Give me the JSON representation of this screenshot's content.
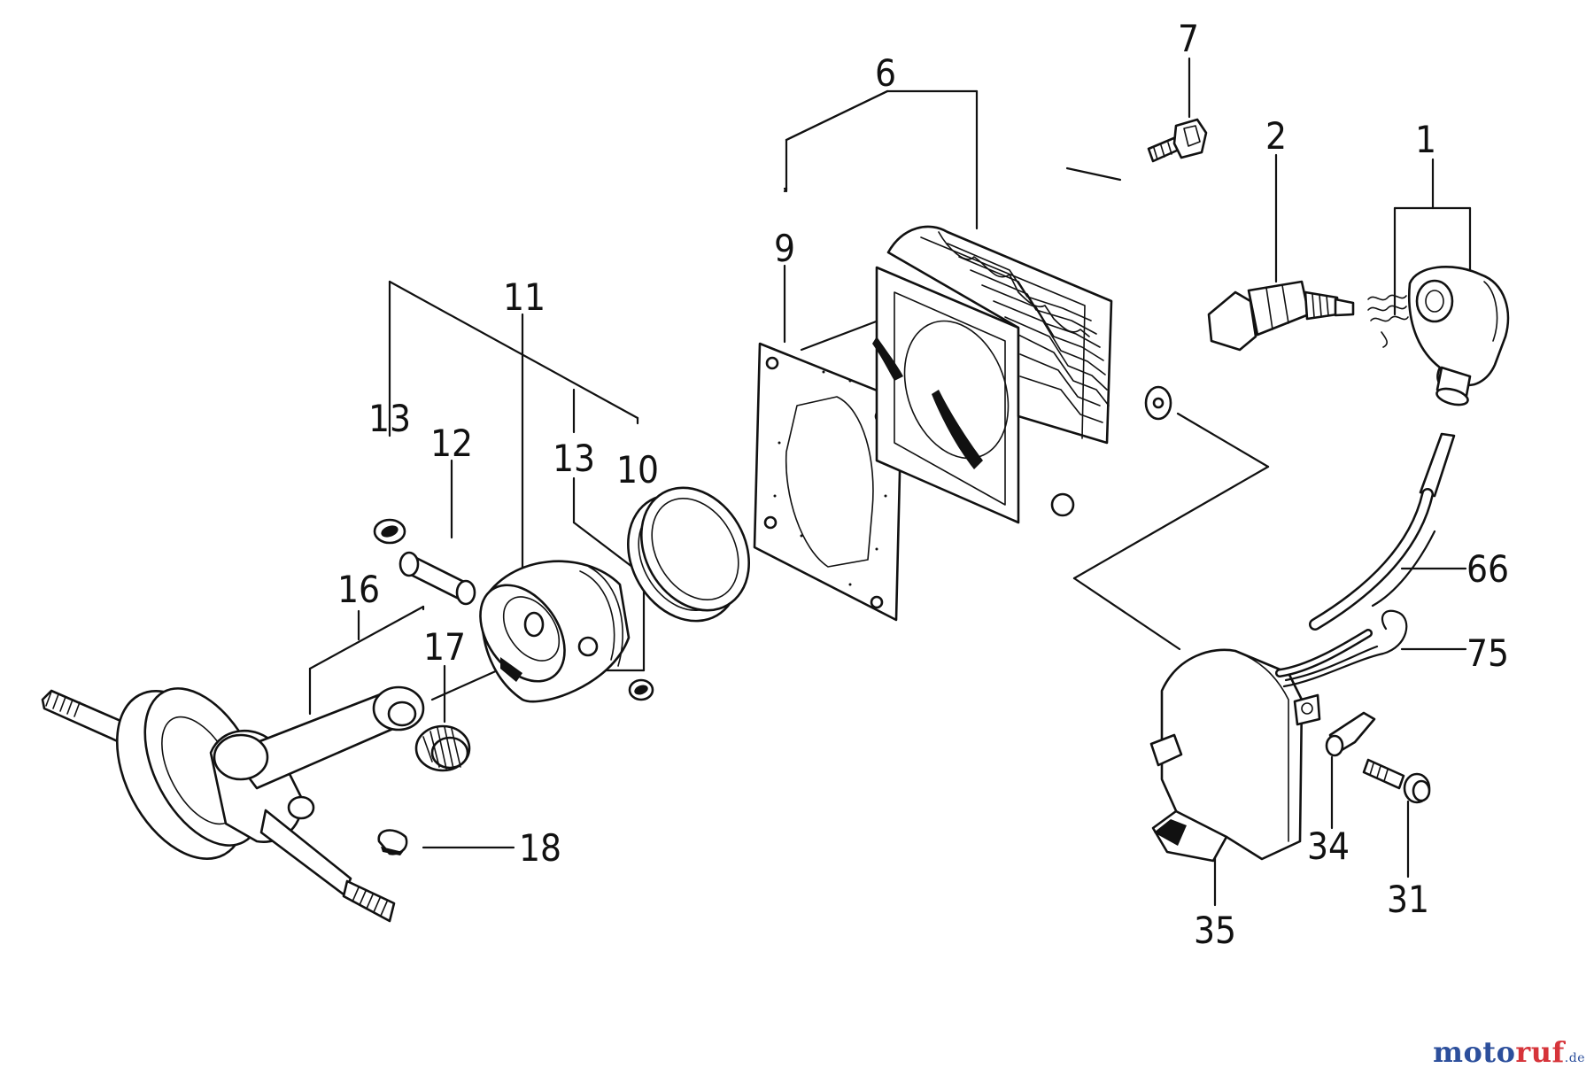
{
  "callouts": {
    "p1": "1",
    "p2": "2",
    "p6": "6",
    "p7": "7",
    "p9": "9",
    "p10": "10",
    "p11": "11",
    "p12": "12",
    "p13a": "13",
    "p13b": "13",
    "p16": "16",
    "p17": "17",
    "p18": "18",
    "p31": "31",
    "p34": "34",
    "p35": "35",
    "p66": "66",
    "p75": "75"
  },
  "watermark": {
    "part1": "moto",
    "part2": "ruf",
    "part3": ".de"
  }
}
